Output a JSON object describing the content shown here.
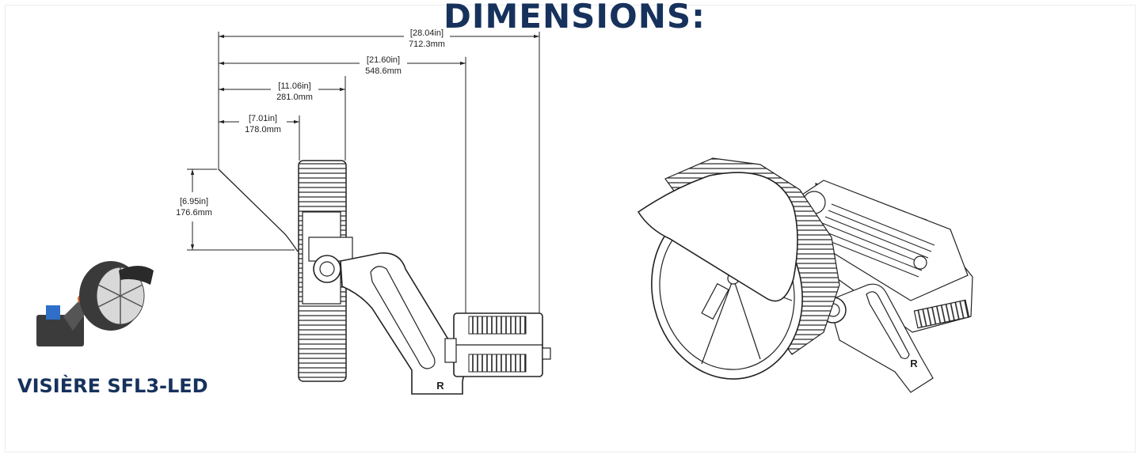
{
  "title": "DIMENSIONS:",
  "product_name": "VISIÈRE SFL3-LED",
  "colors": {
    "brand_navy": "#16325c",
    "line": "#222222"
  },
  "dimensions": [
    {
      "id": "overall_depth",
      "inches": "[28.04in]",
      "mm": "712.3mm"
    },
    {
      "id": "housing_depth",
      "inches": "[21.60in]",
      "mm": "548.6mm"
    },
    {
      "id": "head_depth",
      "inches": "[11.06in]",
      "mm": "281.0mm"
    },
    {
      "id": "visor_depth",
      "inches": "[7.01in]",
      "mm": "178.0mm"
    },
    {
      "id": "visor_height",
      "inches": "[6.95in]",
      "mm": "176.6mm"
    }
  ],
  "bracket_mark": "R"
}
